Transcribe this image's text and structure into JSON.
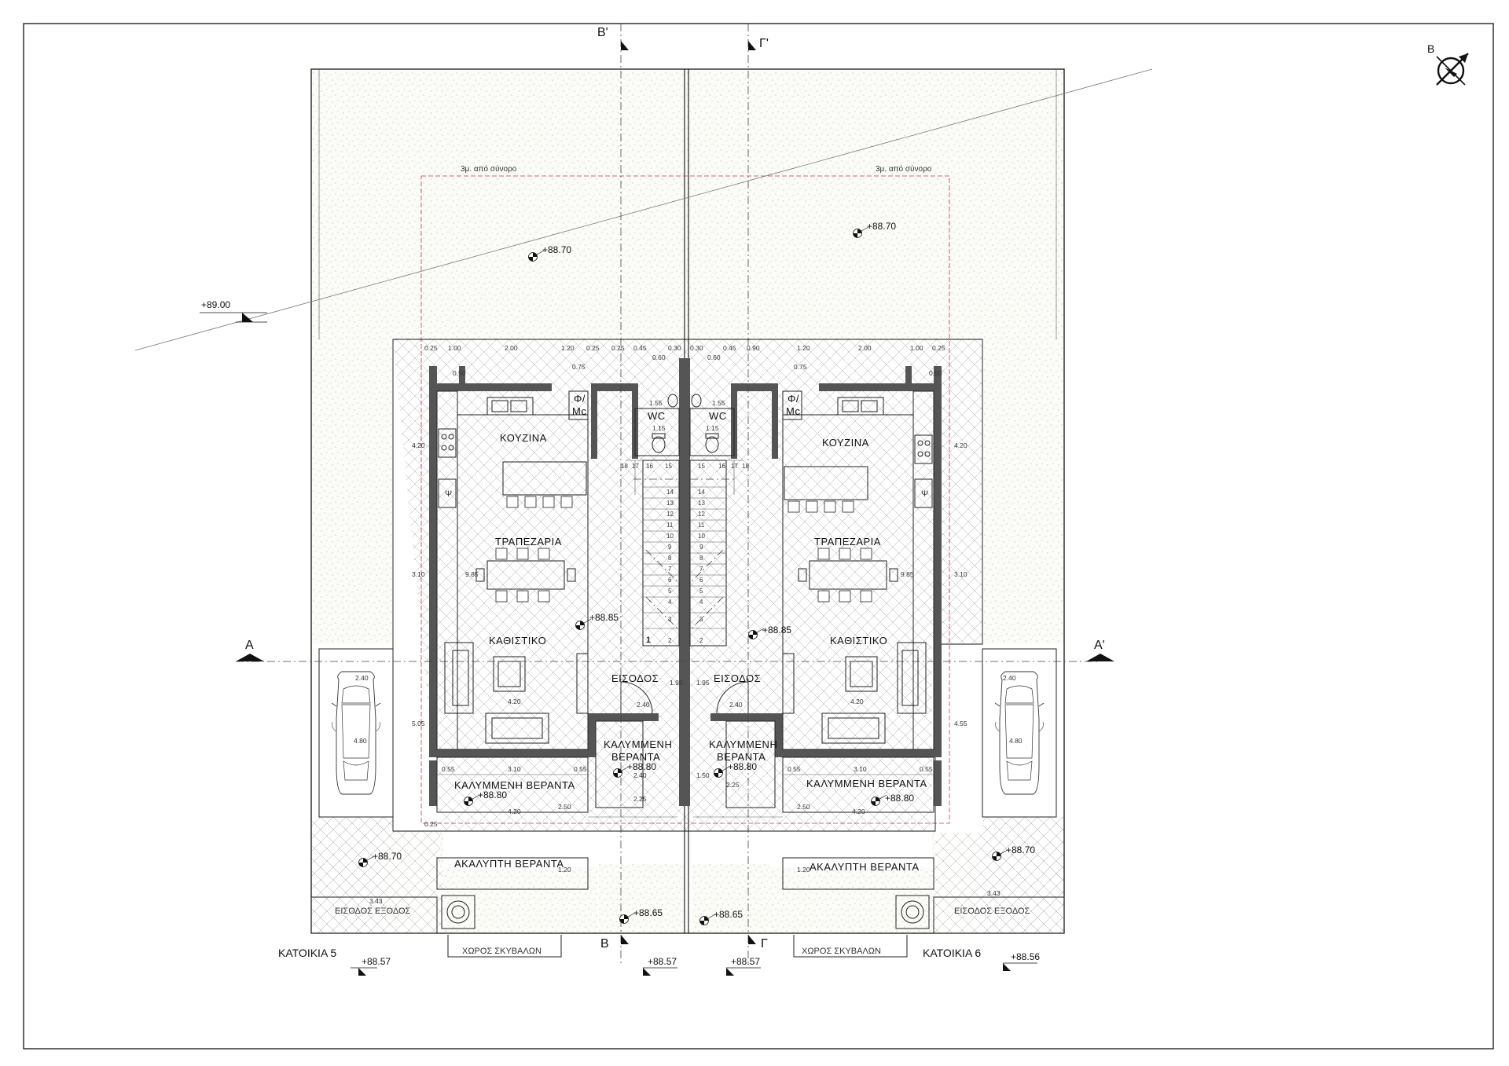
{
  "north": {
    "label": "B",
    "icon": "north-arrow-icon"
  },
  "setback_notes": [
    "3μ. από σύνορο",
    "3μ. από σύνορο"
  ],
  "levels": {
    "garden_left": "+88.70",
    "garden_right": "+88.70",
    "road": "+89.00",
    "interior_left": "+88.85",
    "interior_right": "+88.85",
    "covered_left": "+88.80",
    "covered_right": "+88.80",
    "porch_left": "+88.80",
    "porch_right": "+88.80",
    "parking_left": "+88.70",
    "parking_right": "+88.70",
    "front_left": "+88.65",
    "front_right": "+88.65",
    "street_1": "+88.57",
    "street_2": "+88.57",
    "street_3": "+88.57",
    "street_4": "+88.56"
  },
  "sections": {
    "a": "A",
    "a_prime": "A'",
    "b": "B",
    "b_prime": "B'",
    "g": "Γ",
    "g_prime": "Γ'"
  },
  "rooms": {
    "kitchen": "ΚΟΥΖΙΝΑ",
    "dining": "ΤΡΑΠΕΖΑΡΙΑ",
    "living": "ΚΑΘΙΣΤΙΚΟ",
    "entrance": "ΕΙΣΟΔΟΣ",
    "wc": "WC",
    "covered_veranda": "ΚΑΛΥΜΜΕΝΗ ΒΕΡΑΝΤΑ",
    "covered_line1": "ΚΑΛΥΜΜΕΝΗ",
    "covered_line2": "ΒΕΡΑΝΤΑ",
    "open_veranda": "ΑΚΑΛΥΠΤΗ ΒΕΡΑΝΤΑ",
    "entry_exit": "ΕΙΣΟΔΟΣ ΕΞΟΔΟΣ",
    "waste": "ΧΩΡΟΣ ΣΚΥΒΑΛΩΝ",
    "fm": "Φ/",
    "mc": "Mc",
    "psi": "Ψ"
  },
  "houses": {
    "left": "ΚΑΤΟΙΚΙΑ 5",
    "right": "ΚΑΤΟΙΚΙΑ 6"
  },
  "dims": {
    "d025": "0.25",
    "d100": "1.00",
    "d200": "2.00",
    "d120": "1.20",
    "d045": "0.45",
    "d030": "0.30",
    "d090": "0.90",
    "d060": "0.60",
    "d075": "0.75",
    "d050": "0.50",
    "d420": "4.20",
    "d310": "3.10",
    "d985": "9.85",
    "d115": "1.15",
    "d155": "1.55",
    "d195": "1.95",
    "d240": "2.40",
    "d055": "0.55",
    "d250": "2.50",
    "d225": "2.25",
    "d150": "1.50",
    "d480": "4.80",
    "d505": "5.05",
    "d455": "4.55",
    "d343": "3.43"
  },
  "stairs_left": [
    "18",
    "17",
    "16",
    "15",
    "14",
    "13",
    "12",
    "11",
    "10",
    "9",
    "8",
    "7",
    "6",
    "5",
    "4",
    "3",
    "2",
    "1"
  ],
  "stairs_right": [
    "15",
    "16",
    "17",
    "18",
    "14",
    "13",
    "12",
    "11",
    "10",
    "9",
    "8",
    "7",
    "6",
    "5",
    "4",
    "3",
    "2"
  ]
}
